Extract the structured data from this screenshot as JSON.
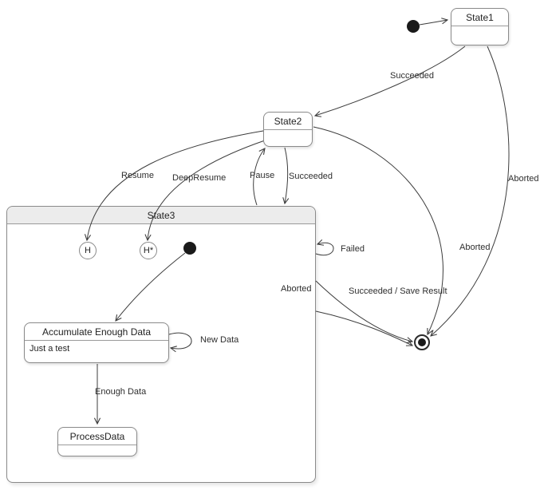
{
  "diagram": {
    "states": {
      "state1": {
        "label": "State1"
      },
      "state2": {
        "label": "State2"
      },
      "state3": {
        "label": "State3"
      },
      "accumulate": {
        "title": "Accumulate Enough Data",
        "note": "Just a test"
      },
      "process": {
        "label": "ProcessData"
      },
      "history_shallow": {
        "label": "H"
      },
      "history_deep": {
        "label": "H*"
      }
    },
    "transitions": {
      "succeeded_to_state2": "Succeeded",
      "resume": "Resume",
      "deep_resume": "DeepResume",
      "pause": "Pause",
      "succeeded_to_state3": "Succeeded",
      "aborted_state1": "Aborted",
      "aborted_state2": "Aborted",
      "aborted_state3": "Aborted",
      "failed": "Failed",
      "succeeded_save": "Succeeded / Save Result",
      "new_data": "New Data",
      "enough_data": "Enough Data"
    }
  }
}
